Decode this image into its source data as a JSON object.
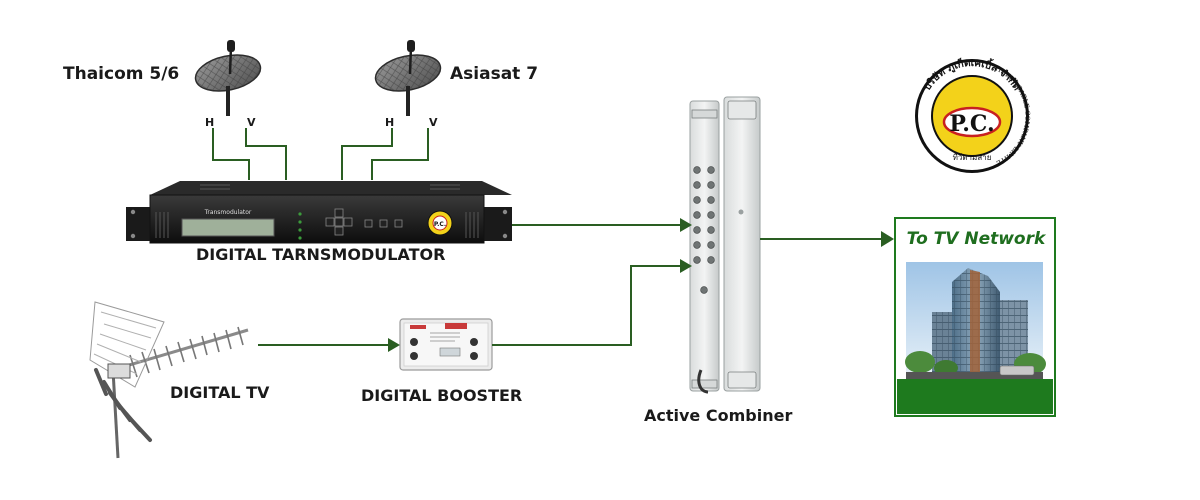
{
  "colors": {
    "line": "#2a5e22",
    "frame": "#1e7a1e",
    "logo_ring": "#f3d21a",
    "logo_inner": "#c82020"
  },
  "satellites": [
    {
      "name": "Thaicom 5/6",
      "pol_h": "H",
      "pol_v": "V"
    },
    {
      "name": "Asiasat 7",
      "pol_h": "H",
      "pol_v": "V"
    }
  ],
  "transmodulator": {
    "label": "DIGITAL TARNSMODULATOR",
    "panel_text": "Transmodulator",
    "logo": "P.C."
  },
  "antenna": {
    "label": "DIGITAL TV"
  },
  "booster": {
    "label": "DIGITAL BOOSTER"
  },
  "combiner": {
    "label": "Active Combiner"
  },
  "tv_network": {
    "label": "To TV Network"
  },
  "company_logo": {
    "initials": "P.C.",
    "thai_top": "บริษัท ภูเก็ตเคเบิ้ล จำกัด",
    "english_ring": "PHUKET CABLE COMPANY LIMITED",
    "thai_bottom": "ทีวีตามสาย"
  },
  "icons": [
    "satellite-dish-icon",
    "yagi-antenna-icon",
    "arrow-head-icon",
    "building-icon"
  ]
}
